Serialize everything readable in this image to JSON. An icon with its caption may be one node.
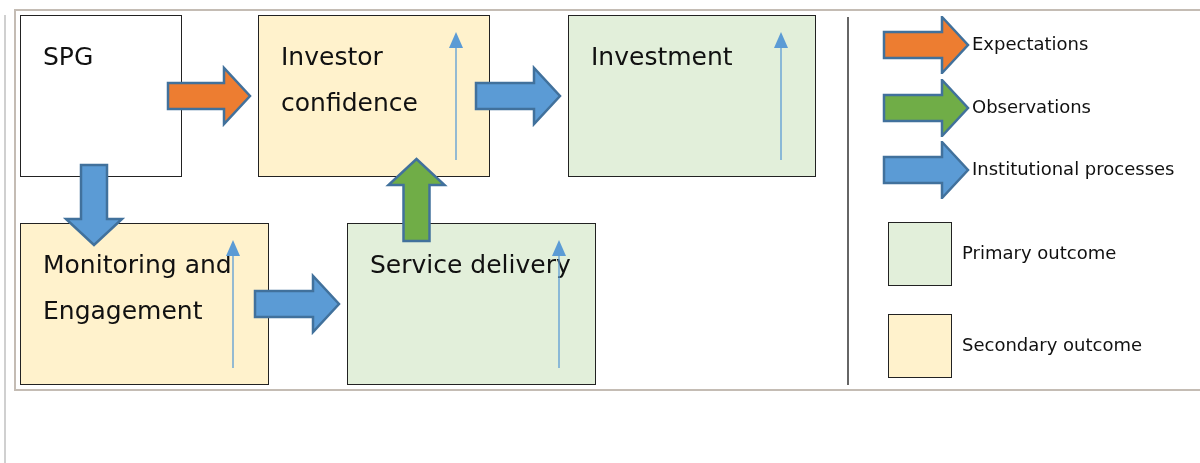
{
  "diagram": {
    "nodes": [
      {
        "text": [
          "SPG"
        ]
      },
      {
        "text": [
          "Investor confidence"
        ]
      },
      {
        "text": [
          "Investment"
        ]
      },
      {
        "text": [
          "Monitoring and Engagement"
        ]
      },
      {
        "text": [
          "Service delivery"
        ]
      }
    ],
    "edges": [
      {
        "from": 0,
        "to": 1,
        "arrow": "to",
        "color": "#ed7d31"
      },
      {
        "from": 1,
        "to": 2,
        "arrow": "to"
      },
      {
        "from": 0,
        "to": 3,
        "arrow": "to"
      },
      {
        "from": 3,
        "to": 4,
        "arrow": "to"
      },
      {
        "from": 4,
        "to": 1,
        "arrow": "to",
        "color": "#70ad47"
      }
    ],
    "legend": [
      {
        "text": "Expectations",
        "color": "#ed7d31"
      },
      {
        "text": "Observations",
        "color": "#70ad47"
      },
      {
        "text": "Institutional processes",
        "color": "#5b9bd5"
      },
      {
        "text": "Primary outcome",
        "color": "#e2efda"
      },
      {
        "text": "Secondary outcome",
        "color": "#fff2cc"
      }
    ]
  }
}
